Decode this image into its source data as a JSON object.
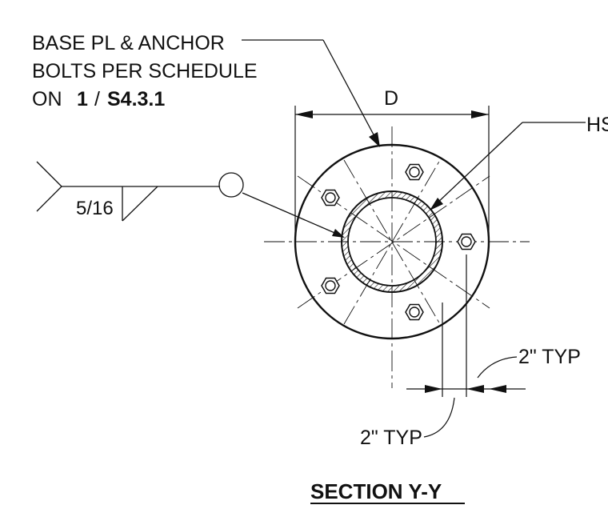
{
  "callout": {
    "line1": "BASE PL & ANCHOR",
    "line2": "BOLTS PER SCHEDULE",
    "line3_prefix": "ON",
    "detail_number": "1",
    "separator": "/",
    "sheet_ref": "S4.3.1"
  },
  "dimension": {
    "diameter_label": "D"
  },
  "hss_label": "HS",
  "weld": {
    "size": "5/16"
  },
  "edge_dims": {
    "right": "2\" TYP",
    "bottom": "2\" TYP"
  },
  "section_title": "SECTION Y-Y",
  "colors": {
    "ink": "#111111",
    "background": "#ffffff"
  }
}
